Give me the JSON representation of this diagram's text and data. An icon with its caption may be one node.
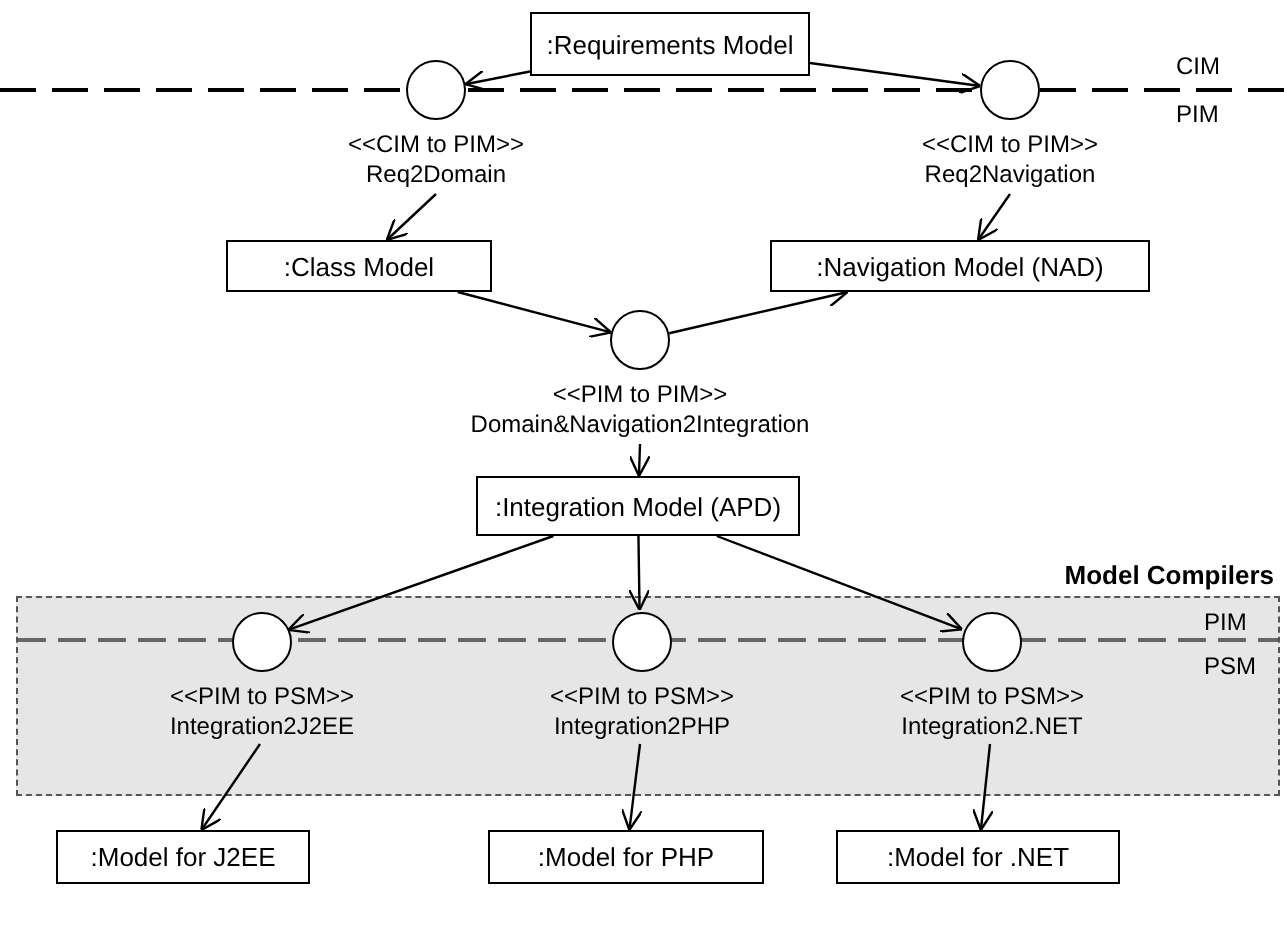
{
  "diagram": {
    "nodes": [
      {
        "text": [
          ":Requirements Model"
        ]
      },
      {
        "text": [],
        "shape": "circle",
        "beside": [
          "<<CIM to PIM>>",
          "Req2Domain"
        ]
      },
      {
        "text": [],
        "shape": "circle",
        "beside": [
          "<<CIM to PIM>>",
          "Req2Navigation"
        ]
      },
      {
        "text": [
          ":Class Model"
        ]
      },
      {
        "text": [
          ":Navigation Model (NAD)"
        ]
      },
      {
        "text": [],
        "shape": "circle",
        "beside": [
          "<<PIM to PIM>>",
          "Domain&Navigation2Integration"
        ]
      },
      {
        "text": [
          ":Integration Model (APD)"
        ]
      },
      {
        "text": [
          "Model Compilers"
        ]
      },
      {
        "text": [],
        "shape": "circle",
        "in": 7,
        "beside": [
          "<<PIM to PSM>>",
          "Integration2J2EE"
        ]
      },
      {
        "text": [],
        "shape": "circle",
        "in": 7,
        "beside": [
          "<<PIM to PSM>>",
          "Integration2PHP"
        ]
      },
      {
        "text": [],
        "shape": "circle",
        "in": 7,
        "beside": [
          "<<PIM to PSM>>",
          "Integration2.NET"
        ]
      },
      {
        "text": [
          ":Model for J2EE"
        ]
      },
      {
        "text": [
          ":Model for PHP"
        ]
      },
      {
        "text": [
          ":Model for .NET"
        ]
      }
    ],
    "edges": [
      {
        "from": 0,
        "to": 1,
        "arrow": "to"
      },
      {
        "from": 0,
        "to": 2,
        "arrow": "to"
      },
      {
        "from": 1,
        "to": 3,
        "arrow": "to"
      },
      {
        "from": 2,
        "to": 4,
        "arrow": "to"
      },
      {
        "from": 3,
        "to": 5,
        "arrow": "to"
      },
      {
        "from": 5,
        "to": 4,
        "arrow": "to"
      },
      {
        "from": 5,
        "to": 6,
        "arrow": "to"
      },
      {
        "from": 6,
        "to": 8,
        "arrow": "to"
      },
      {
        "from": 6,
        "to": 9,
        "arrow": "to"
      },
      {
        "from": 6,
        "to": 10,
        "arrow": "to"
      },
      {
        "from": 8,
        "to": 11,
        "arrow": "to"
      },
      {
        "from": 9,
        "to": 12,
        "arrow": "to"
      },
      {
        "from": 10,
        "to": 13,
        "arrow": "to"
      }
    ],
    "labels": [
      "CIM",
      "PIM",
      "PIM",
      "PSM"
    ]
  }
}
